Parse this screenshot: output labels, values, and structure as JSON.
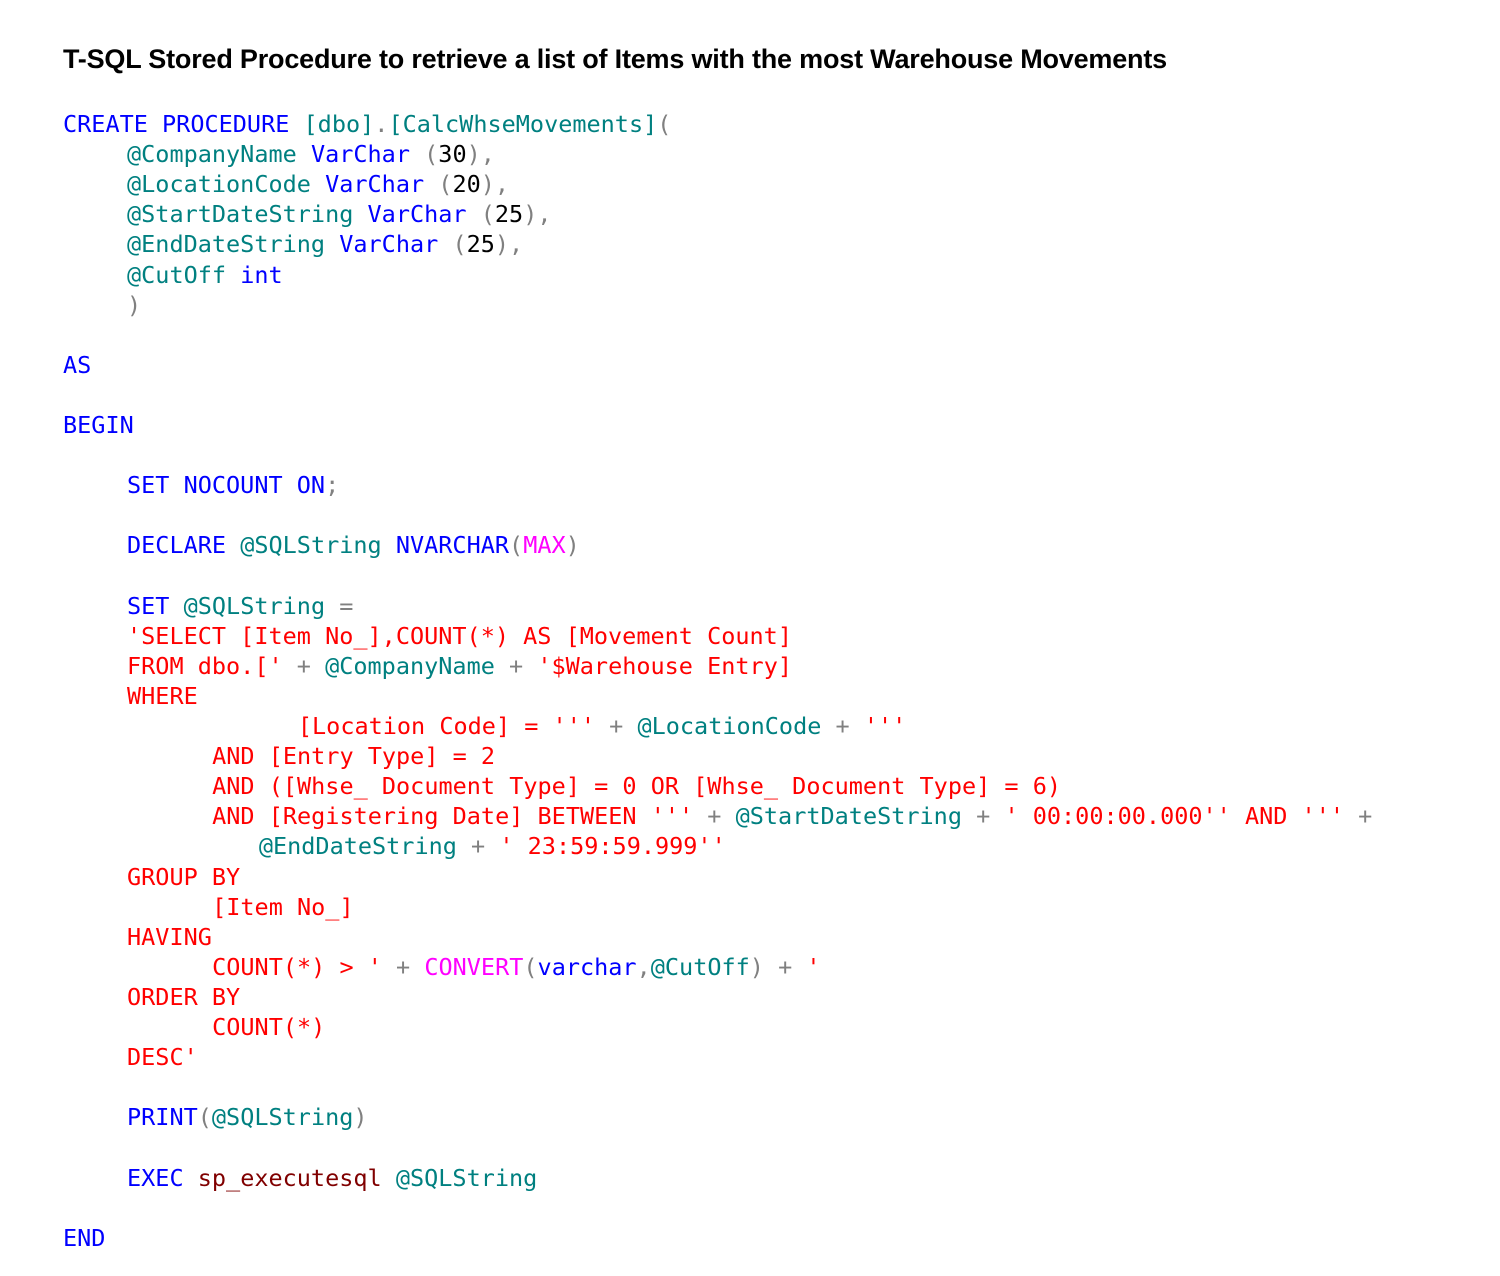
{
  "document": {
    "title": "T-SQL Stored Procedure to retrieve a list of Items with the most Warehouse Movements"
  },
  "colors": {
    "keyword": "#0000ff",
    "identifier": "#008080",
    "punctuation": "#808080",
    "number": "#000000",
    "string": "#ff0000",
    "function": "#ff00ff",
    "system_proc": "#800000"
  },
  "code": {
    "lines": [
      {
        "row": 0,
        "indent": 0,
        "tokens": [
          {
            "t": "CREATE PROCEDURE",
            "c": "keyword"
          },
          {
            "t": " ",
            "c": "number"
          },
          {
            "t": "[dbo]",
            "c": "identifier"
          },
          {
            "t": ".",
            "c": "punctuation"
          },
          {
            "t": "[CalcWhseMovements]",
            "c": "identifier"
          },
          {
            "t": "(",
            "c": "punctuation"
          }
        ]
      },
      {
        "row": 1,
        "indent": 1,
        "tokens": [
          {
            "t": "@CompanyName",
            "c": "identifier"
          },
          {
            "t": " ",
            "c": "number"
          },
          {
            "t": "VarChar",
            "c": "keyword"
          },
          {
            "t": " ",
            "c": "number"
          },
          {
            "t": "(",
            "c": "punctuation"
          },
          {
            "t": "30",
            "c": "number"
          },
          {
            "t": "),",
            "c": "punctuation"
          }
        ]
      },
      {
        "row": 2,
        "indent": 1,
        "tokens": [
          {
            "t": "@LocationCode",
            "c": "identifier"
          },
          {
            "t": " ",
            "c": "number"
          },
          {
            "t": "VarChar",
            "c": "keyword"
          },
          {
            "t": " ",
            "c": "number"
          },
          {
            "t": "(",
            "c": "punctuation"
          },
          {
            "t": "20",
            "c": "number"
          },
          {
            "t": "),",
            "c": "punctuation"
          }
        ]
      },
      {
        "row": 3,
        "indent": 1,
        "tokens": [
          {
            "t": "@StartDateString",
            "c": "identifier"
          },
          {
            "t": " ",
            "c": "number"
          },
          {
            "t": "VarChar",
            "c": "keyword"
          },
          {
            "t": " ",
            "c": "number"
          },
          {
            "t": "(",
            "c": "punctuation"
          },
          {
            "t": "25",
            "c": "number"
          },
          {
            "t": "),",
            "c": "punctuation"
          }
        ]
      },
      {
        "row": 4,
        "indent": 1,
        "tokens": [
          {
            "t": "@EndDateString",
            "c": "identifier"
          },
          {
            "t": " ",
            "c": "number"
          },
          {
            "t": "VarChar",
            "c": "keyword"
          },
          {
            "t": " ",
            "c": "number"
          },
          {
            "t": "(",
            "c": "punctuation"
          },
          {
            "t": "25",
            "c": "number"
          },
          {
            "t": "),",
            "c": "punctuation"
          }
        ]
      },
      {
        "row": 5,
        "indent": 1,
        "tokens": [
          {
            "t": "@CutOff",
            "c": "identifier"
          },
          {
            "t": " ",
            "c": "number"
          },
          {
            "t": "int",
            "c": "keyword"
          }
        ]
      },
      {
        "row": 6,
        "indent": 1,
        "tokens": [
          {
            "t": ")",
            "c": "punctuation"
          }
        ]
      },
      {
        "row": 8,
        "indent": 0,
        "tokens": [
          {
            "t": "AS",
            "c": "keyword"
          }
        ]
      },
      {
        "row": 10,
        "indent": 0,
        "tokens": [
          {
            "t": "BEGIN",
            "c": "keyword"
          }
        ]
      },
      {
        "row": 12,
        "indent": 1,
        "tokens": [
          {
            "t": "SET NOCOUNT ON",
            "c": "keyword"
          },
          {
            "t": ";",
            "c": "punctuation"
          }
        ]
      },
      {
        "row": 14,
        "indent": 1,
        "tokens": [
          {
            "t": "DECLARE",
            "c": "keyword"
          },
          {
            "t": " ",
            "c": "number"
          },
          {
            "t": "@SQLString",
            "c": "identifier"
          },
          {
            "t": " ",
            "c": "number"
          },
          {
            "t": "NVARCHAR",
            "c": "keyword"
          },
          {
            "t": "(",
            "c": "punctuation"
          },
          {
            "t": "MAX",
            "c": "function"
          },
          {
            "t": ")",
            "c": "punctuation"
          }
        ]
      },
      {
        "row": 16,
        "indent": 1,
        "tokens": [
          {
            "t": "SET",
            "c": "keyword"
          },
          {
            "t": " ",
            "c": "number"
          },
          {
            "t": "@SQLString",
            "c": "identifier"
          },
          {
            "t": " ",
            "c": "number"
          },
          {
            "t": "=",
            "c": "punctuation"
          }
        ]
      },
      {
        "row": 17,
        "indent": 1,
        "tokens": [
          {
            "t": "'SELECT [Item No_],COUNT(*) AS [Movement Count]",
            "c": "string"
          }
        ]
      },
      {
        "row": 18,
        "indent": 1,
        "tokens": [
          {
            "t": "FROM dbo.['",
            "c": "string"
          },
          {
            "t": " + ",
            "c": "punctuation"
          },
          {
            "t": "@CompanyName",
            "c": "identifier"
          },
          {
            "t": " + ",
            "c": "punctuation"
          },
          {
            "t": "'$Warehouse Entry]",
            "c": "string"
          }
        ]
      },
      {
        "row": 19,
        "indent": 1,
        "tokens": [
          {
            "t": "WHERE",
            "c": "string"
          }
        ]
      },
      {
        "row": 20,
        "indent": 3.67,
        "tokens": [
          {
            "t": "[Location Code] = '''",
            "c": "string"
          },
          {
            "t": " + ",
            "c": "punctuation"
          },
          {
            "t": "@LocationCode",
            "c": "identifier"
          },
          {
            "t": " + ",
            "c": "punctuation"
          },
          {
            "t": "'''",
            "c": "string"
          }
        ]
      },
      {
        "row": 21,
        "indent": 2.33,
        "tokens": [
          {
            "t": "AND [Entry Type] = 2",
            "c": "string"
          }
        ]
      },
      {
        "row": 22,
        "indent": 2.33,
        "tokens": [
          {
            "t": "AND ([Whse_ Document Type] = 0 OR [Whse_ Document Type] = 6)",
            "c": "string"
          }
        ]
      },
      {
        "row": 23,
        "indent": 2.33,
        "tokens": [
          {
            "t": "AND [Registering Date] BETWEEN '''",
            "c": "string"
          },
          {
            "t": " + ",
            "c": "punctuation"
          },
          {
            "t": "@StartDateString",
            "c": "identifier"
          },
          {
            "t": " + ",
            "c": "punctuation"
          },
          {
            "t": "' 00:00:00.000'' AND '''",
            "c": "string"
          },
          {
            "t": " +",
            "c": "punctuation"
          }
        ]
      },
      {
        "row": 24,
        "indent": 3.06,
        "tokens": [
          {
            "t": "@EndDateString",
            "c": "identifier"
          },
          {
            "t": " + ",
            "c": "punctuation"
          },
          {
            "t": "' 23:59:59.999''",
            "c": "string"
          }
        ]
      },
      {
        "row": 25,
        "indent": 1,
        "tokens": [
          {
            "t": "GROUP BY",
            "c": "string"
          }
        ]
      },
      {
        "row": 26,
        "indent": 2.33,
        "tokens": [
          {
            "t": "[Item No_]",
            "c": "string"
          }
        ]
      },
      {
        "row": 27,
        "indent": 1,
        "tokens": [
          {
            "t": "HAVING",
            "c": "string"
          }
        ]
      },
      {
        "row": 28,
        "indent": 2.33,
        "tokens": [
          {
            "t": "COUNT(*) > '",
            "c": "string"
          },
          {
            "t": " + ",
            "c": "punctuation"
          },
          {
            "t": "CONVERT",
            "c": "function"
          },
          {
            "t": "(",
            "c": "punctuation"
          },
          {
            "t": "varchar",
            "c": "keyword"
          },
          {
            "t": ",",
            "c": "punctuation"
          },
          {
            "t": "@CutOff",
            "c": "identifier"
          },
          {
            "t": ")",
            "c": "punctuation"
          },
          {
            "t": " + ",
            "c": "punctuation"
          },
          {
            "t": "'",
            "c": "string"
          }
        ]
      },
      {
        "row": 29,
        "indent": 1,
        "tokens": [
          {
            "t": "ORDER BY",
            "c": "string"
          }
        ]
      },
      {
        "row": 30,
        "indent": 2.33,
        "tokens": [
          {
            "t": "COUNT(*)",
            "c": "string"
          }
        ]
      },
      {
        "row": 31,
        "indent": 1,
        "tokens": [
          {
            "t": "DESC'",
            "c": "string"
          }
        ]
      },
      {
        "row": 33,
        "indent": 1,
        "tokens": [
          {
            "t": "PRINT",
            "c": "keyword"
          },
          {
            "t": "(",
            "c": "punctuation"
          },
          {
            "t": "@SQLString",
            "c": "identifier"
          },
          {
            "t": ")",
            "c": "punctuation"
          }
        ]
      },
      {
        "row": 35,
        "indent": 1,
        "tokens": [
          {
            "t": "EXEC",
            "c": "keyword"
          },
          {
            "t": " ",
            "c": "number"
          },
          {
            "t": "sp_executesql",
            "c": "system_proc"
          },
          {
            "t": " ",
            "c": "number"
          },
          {
            "t": "@SQLString",
            "c": "identifier"
          }
        ]
      },
      {
        "row": 37,
        "indent": 0,
        "tokens": [
          {
            "t": "END",
            "c": "keyword"
          }
        ]
      }
    ]
  }
}
